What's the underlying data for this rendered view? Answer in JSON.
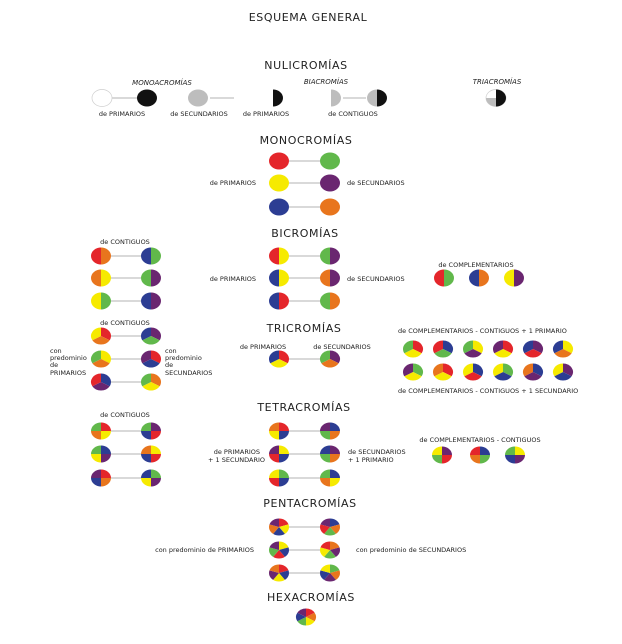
{
  "colors": {
    "R": "#e4262b",
    "Y": "#f6ea00",
    "B": "#2c3d93",
    "G": "#61b84b",
    "P": "#6a2670",
    "O": "#e8751d",
    "K": "#111111",
    "S": "#bdbdbd",
    "W": "#ffffff"
  },
  "main_title": "ESQUEMA GENERAL",
  "sections": {
    "nulicromias": "NULICROMÍAS",
    "monocromias": "MONOCROMÍAS",
    "bicromias": "BICROMÍAS",
    "tricromias": "TRICROMÍAS",
    "tetracromias": "TETRACROMÍAS",
    "pentacromias": "PENTACROMÍAS",
    "hexacromias": "HEXACROMÍAS"
  },
  "subtitles": {
    "monoacromias": "MONOACROMÍAS",
    "biacromias": "BIACROMÍAS",
    "triacromias": "TRIACROMÍAS"
  },
  "labels": {
    "de_primarios": "de PRIMARIOS",
    "de_secundarios": "de SECUNDARIOS",
    "de_contiguos": "de CONTIGUOS",
    "de_complementarios": "de COMPLEMENTARIOS",
    "comp_contiguos_primario": "de COMPLEMENTARIOS - CONTIGUOS + 1 PRIMARIO",
    "comp_contiguos_secundario": "de COMPLEMENTARIOS - CONTIGUOS + 1 SECUNDARIO",
    "comp_contiguos": "de COMPLEMENTARIOS - CONTIGUOS",
    "predominio_primarios_lines": [
      "con",
      "predominio",
      "de",
      "PRIMARIOS"
    ],
    "predominio_secundarios_lines": [
      "con",
      "predominio",
      "de",
      "SECUNDARIOS"
    ],
    "primarios_1_secundario_lines": [
      "de PRIMARIOS",
      "+ 1 SECUNDARIO"
    ],
    "secundarios_1_primario_lines": [
      "de SECUNDARIOS",
      "+ 1 PRIMARIO"
    ],
    "con_predominio_primarios": "con predominio de PRIMARIOS",
    "con_predominio_secundarios": "con predominio de SECUNDARIOS"
  }
}
